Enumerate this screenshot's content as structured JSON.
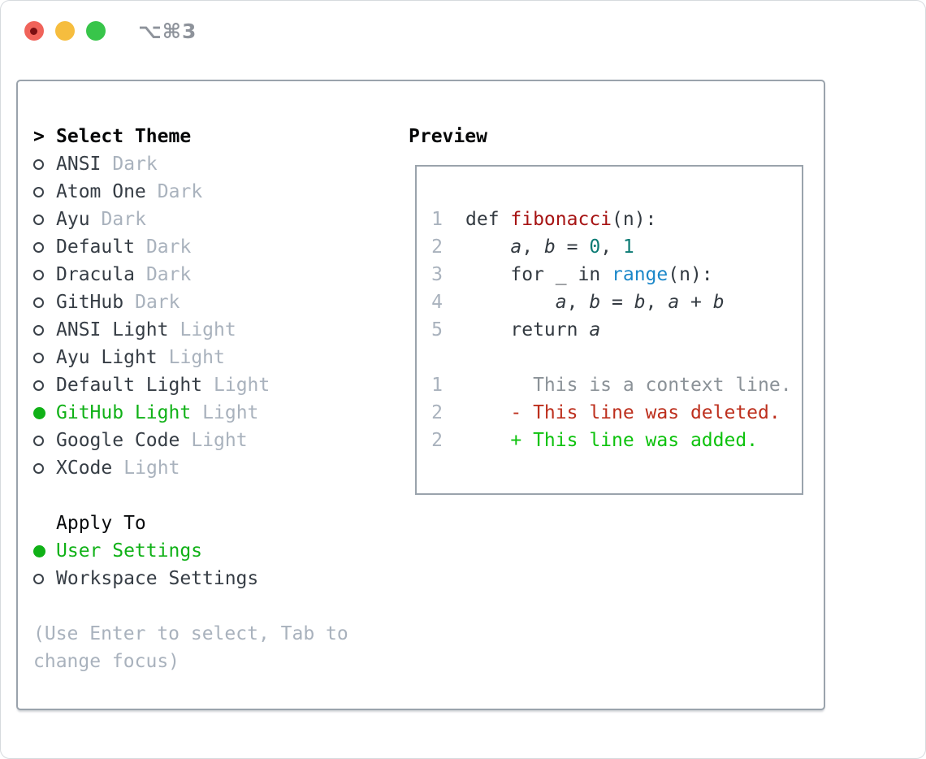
{
  "window": {
    "title": "⌥⌘3"
  },
  "colors": {
    "green_selected": "#10b117",
    "green_added": "#0dc20d",
    "red_deleted": "#bd2f1d",
    "red_function": "#a61313",
    "teal_number": "#0b7b74",
    "blue_builtin": "#1b87c9",
    "gray_tag": "#a9b2bd",
    "gray_context": "#8b9298",
    "panel_border": "#9aa3ac"
  },
  "theme_panel": {
    "header": {
      "prompt": ">",
      "label": "Select Theme"
    },
    "themes": [
      {
        "name": "ANSI",
        "tag": "Dark",
        "selected": false
      },
      {
        "name": "Atom One",
        "tag": "Dark",
        "selected": false
      },
      {
        "name": "Ayu",
        "tag": "Dark",
        "selected": false
      },
      {
        "name": "Default",
        "tag": "Dark",
        "selected": false
      },
      {
        "name": "Dracula",
        "tag": "Dark",
        "selected": false
      },
      {
        "name": "GitHub",
        "tag": "Dark",
        "selected": false
      },
      {
        "name": "ANSI Light",
        "tag": "Light",
        "selected": false
      },
      {
        "name": "Ayu Light",
        "tag": "Light",
        "selected": false
      },
      {
        "name": "Default Light",
        "tag": "Light",
        "selected": false
      },
      {
        "name": "GitHub Light",
        "tag": "Light",
        "selected": true
      },
      {
        "name": "Google Code",
        "tag": "Light",
        "selected": false
      },
      {
        "name": "XCode",
        "tag": "Light",
        "selected": false
      }
    ],
    "apply_to": {
      "label": "Apply To",
      "options": [
        {
          "label": "User Settings",
          "selected": true
        },
        {
          "label": "Workspace Settings",
          "selected": false
        }
      ]
    },
    "hint_lines": [
      "(Use Enter to select, Tab to",
      "change focus)"
    ]
  },
  "preview": {
    "label": "Preview",
    "lines": [
      {
        "n": "1",
        "seg": [
          [
            "def ",
            "fg"
          ],
          [
            "fibonacci",
            "func"
          ],
          [
            "(n):",
            "fg"
          ]
        ]
      },
      {
        "n": "2",
        "seg": [
          [
            "    ",
            "fg"
          ],
          [
            "a",
            "var"
          ],
          [
            ", ",
            "fg"
          ],
          [
            "b",
            "var"
          ],
          [
            " = ",
            "fg"
          ],
          [
            "0",
            "num"
          ],
          [
            ", ",
            "fg"
          ],
          [
            "1",
            "num"
          ]
        ]
      },
      {
        "n": "3",
        "seg": [
          [
            "    for _ in ",
            "fg"
          ],
          [
            "range",
            "kw"
          ],
          [
            "(n):",
            "fg"
          ]
        ]
      },
      {
        "n": "4",
        "seg": [
          [
            "        ",
            "fg"
          ],
          [
            "a",
            "var"
          ],
          [
            ", ",
            "fg"
          ],
          [
            "b",
            "var"
          ],
          [
            " = ",
            "fg"
          ],
          [
            "b",
            "var"
          ],
          [
            ", ",
            "fg"
          ],
          [
            "a",
            "var"
          ],
          [
            " + ",
            "fg"
          ],
          [
            "b",
            "var"
          ]
        ]
      },
      {
        "n": "5",
        "seg": [
          [
            "    return ",
            "fg"
          ],
          [
            "a",
            "var"
          ]
        ]
      },
      {
        "n": "",
        "seg": []
      },
      {
        "n": "1",
        "seg": [
          [
            "      This is a context line.",
            "ctx"
          ]
        ]
      },
      {
        "n": "2",
        "seg": [
          [
            "    - This line was deleted.",
            "del"
          ]
        ]
      },
      {
        "n": "2",
        "seg": [
          [
            "    + This line was added.",
            "add"
          ]
        ]
      }
    ]
  }
}
